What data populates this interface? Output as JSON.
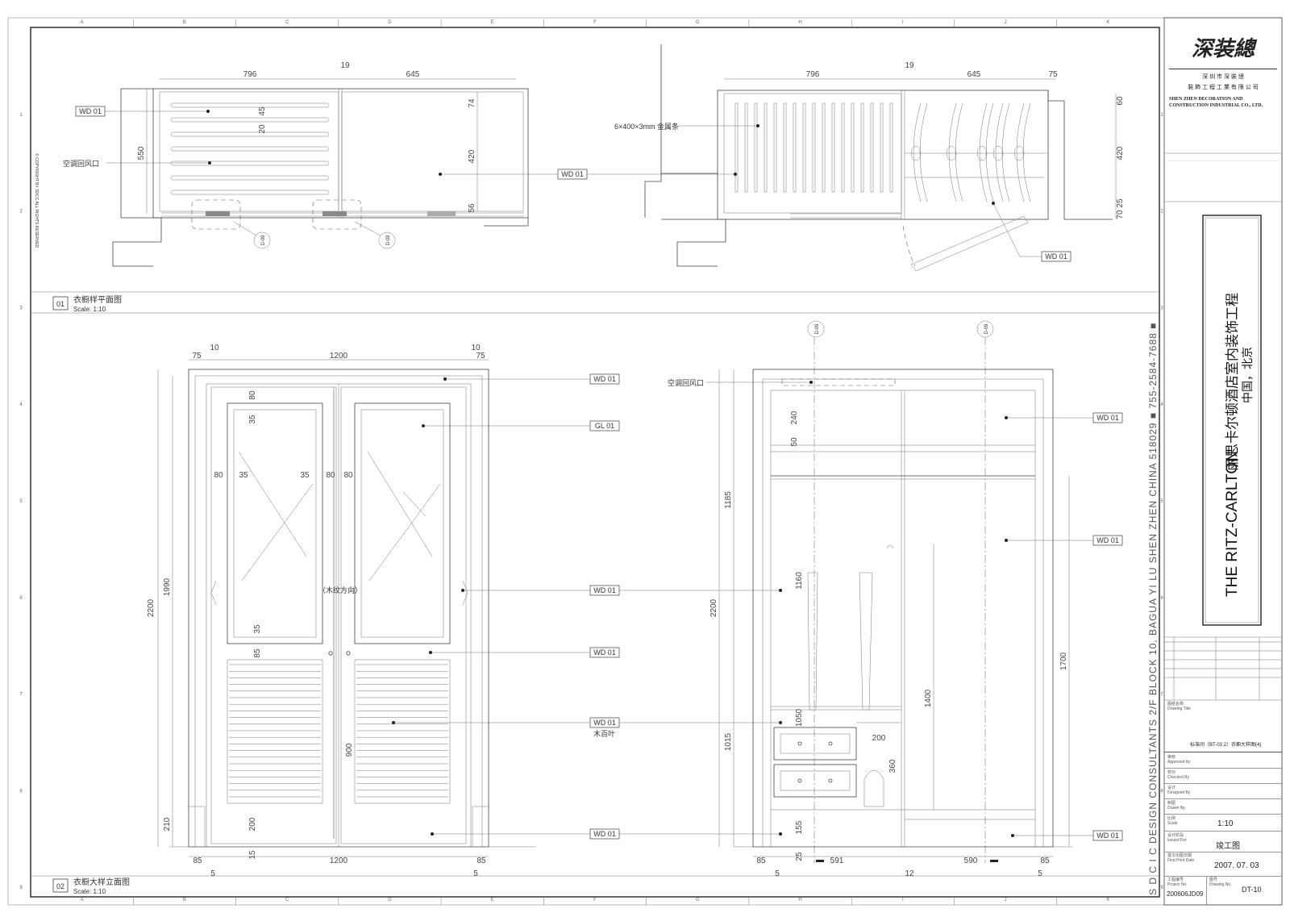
{
  "grid": {
    "columns": [
      "A",
      "B",
      "C",
      "D",
      "E",
      "F",
      "G",
      "H",
      "I",
      "J",
      "K"
    ],
    "rows": [
      "1",
      "2",
      "3",
      "4",
      "5",
      "6",
      "7",
      "8",
      "9"
    ]
  },
  "copyright": "© COPYRIGHT BY SDCC ALL RIGHTS RESERVED",
  "plan": {
    "number": "01",
    "title": "衣橱样平面图",
    "scale": "Scale: 1:10",
    "left": {
      "dims_top": [
        "796",
        "19",
        "645"
      ],
      "dims_left": [
        "550"
      ],
      "dims_right": [
        "74",
        "420",
        "56"
      ],
      "dims_inner": [
        "20",
        "45"
      ],
      "tags": [
        "WD 01",
        "WD 01"
      ],
      "note_ac": "空调回风口",
      "callouts": [
        "D-09",
        "D-09"
      ]
    },
    "right": {
      "dims_top": [
        "796",
        "19",
        "645",
        "75"
      ],
      "dims_right": [
        "60",
        "420",
        "25",
        "70"
      ],
      "note_metal": "6×400×3mm 金属条",
      "tags": [
        "WD 01",
        "WD 01"
      ]
    }
  },
  "elev": {
    "number": "02",
    "title": "衣橱大样立面图",
    "scale": "Scale: 1:10",
    "left": {
      "dims_top": [
        "75",
        "10",
        "1200",
        "10",
        "75"
      ],
      "dims_left_outer": [
        "2200"
      ],
      "dims_left_inner": [
        "1990",
        "210"
      ],
      "dims_inner": [
        "80",
        "35",
        "35",
        "35",
        "80",
        "80",
        "80",
        "35",
        "85",
        "200",
        "15",
        "900"
      ],
      "dims_bottom": [
        "85",
        "5",
        "1200",
        "85",
        "5"
      ],
      "grain_note": "（木纹方向）",
      "tags": [
        "WD 01",
        "GL 01",
        "WD 01",
        "WD 01",
        "WD 01",
        "WD 01"
      ],
      "louver_note": "木百叶"
    },
    "right": {
      "dims_left": [
        "1185",
        "2200",
        "1015"
      ],
      "dims_inner": [
        "240",
        "50",
        "1160",
        "1400",
        "360",
        "200",
        "1050",
        "155",
        "25"
      ],
      "dims_right": [
        "1700"
      ],
      "dims_bottom": [
        "85",
        "591",
        "12",
        "590",
        "85",
        "5",
        "5"
      ],
      "callouts": [
        "D-09",
        "D-09"
      ],
      "note_ac": "空调回风口",
      "tags": [
        "WD 01",
        "WD 01",
        "WD 01"
      ]
    }
  },
  "company": {
    "logo_text": "深装總",
    "name_cn_1": "深 圳 市 深 裝 總",
    "name_cn_2": "裝 飾 工 程 工 業 有 限 公 司",
    "name_en": "SHEN ZHEN DECORATION AND CONSTRUCTION INDUSTRIAL CO., LTD."
  },
  "vertical_address": "S D C I C   DESIGN CONSULTANTS  2/F BLOCK 10, BAGUA YI LU  SHEN ZHEN CHINA 518029  ■  755-2584-7688  ■",
  "project": {
    "name_en": "THE RITZ-CARLTON",
    "name_cn": "丽思卡尔顿酒店室内装饰工程",
    "location": "中国，北京"
  },
  "titleblock": {
    "drawing_title_label": "图纸名称",
    "drawing_title_label_en": "Drawing Title",
    "drawing_title": "标准间（BT-03 2）衣橱大样图(4)",
    "approved": "审核",
    "approved_en": "Approved by",
    "checked": "校对",
    "checked_en": "Checked By",
    "designed": "设计",
    "designed_en": "Designed By",
    "drawn": "制图",
    "drawn_en": "Drawn By",
    "scale_label": "比例",
    "scale_label_en": "Scale",
    "scale": "1:10",
    "issue_label": "设计阶段",
    "issue_label_en": "Issued For",
    "issue": "竣工图",
    "date_label": "首次出图日期",
    "date_label_en": "First Print Date",
    "date": "2007. 07. 03",
    "project_no_label": "工程编号",
    "project_no_label_en": "Project No.",
    "project_no": "200606JD09",
    "drawing_no_label": "图号",
    "drawing_no_label_en": "Drawing No.",
    "drawing_no": "DT-10"
  }
}
